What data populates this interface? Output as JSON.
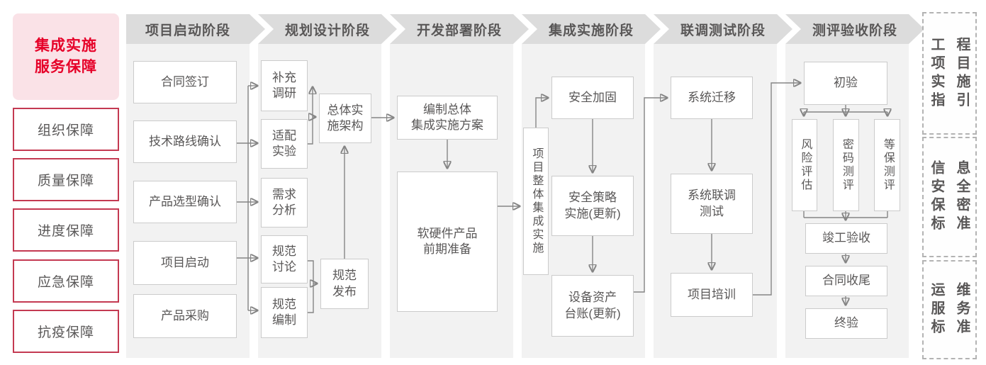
{
  "header": {
    "title_lines": [
      "集成实施",
      "服务保障"
    ]
  },
  "left_sidebar": {
    "items": [
      "组织保障",
      "质量保障",
      "进度保障",
      "应急保障",
      "抗疫保障"
    ]
  },
  "phases": [
    {
      "label": "项目启动阶段",
      "boxes": [
        "合同签订",
        "技术路线确认",
        "产品选型确认",
        "项目启动",
        "产品采购"
      ]
    },
    {
      "label": "规划设计阶段",
      "boxes": [
        "补充\n调研",
        "适配\n实验",
        "需求\n分析",
        "规范\n讨论",
        "规范\n编制",
        "总体实\n施架构",
        "规范\n发布"
      ]
    },
    {
      "label": "开发部署阶段",
      "boxes": [
        "编制总体\n集成实施方案",
        "软硬件产品\n前期准备"
      ]
    },
    {
      "label": "集成实施阶段",
      "boxes": [
        "项目整体集成实施",
        "安全加固",
        "安全策略\n实施(更新)",
        "设备资产\n台账(更新)"
      ]
    },
    {
      "label": "联调测试阶段",
      "boxes": [
        "系统迁移",
        "系统联调\n测试",
        "项目培训"
      ]
    },
    {
      "label": "测评验收阶段",
      "boxes": [
        "初验",
        "风险评估",
        "密码测评",
        "等保测评",
        "竣工验收",
        "合同收尾",
        "终验"
      ]
    }
  ],
  "right_sidebar": {
    "items": [
      {
        "label": "工程项目实施指引",
        "col_left": "工项实指",
        "col_right": "程目施引"
      },
      {
        "label": "信息安全保密标准",
        "col_left": "信安保标",
        "col_right": "息全密准"
      },
      {
        "label": "运维服务标准",
        "col_left": "运服标",
        "col_right": "维务准"
      }
    ]
  },
  "colors": {
    "accent_red": "#e60028",
    "pink_bg": "#fae2e7",
    "red_border": "#c43a52",
    "banner_bg": "#dcdcdc",
    "column_bg": "#f2f2f2",
    "text_gray": "#595757",
    "line_gray": "#858585",
    "box_border": "#cbcbcb"
  }
}
